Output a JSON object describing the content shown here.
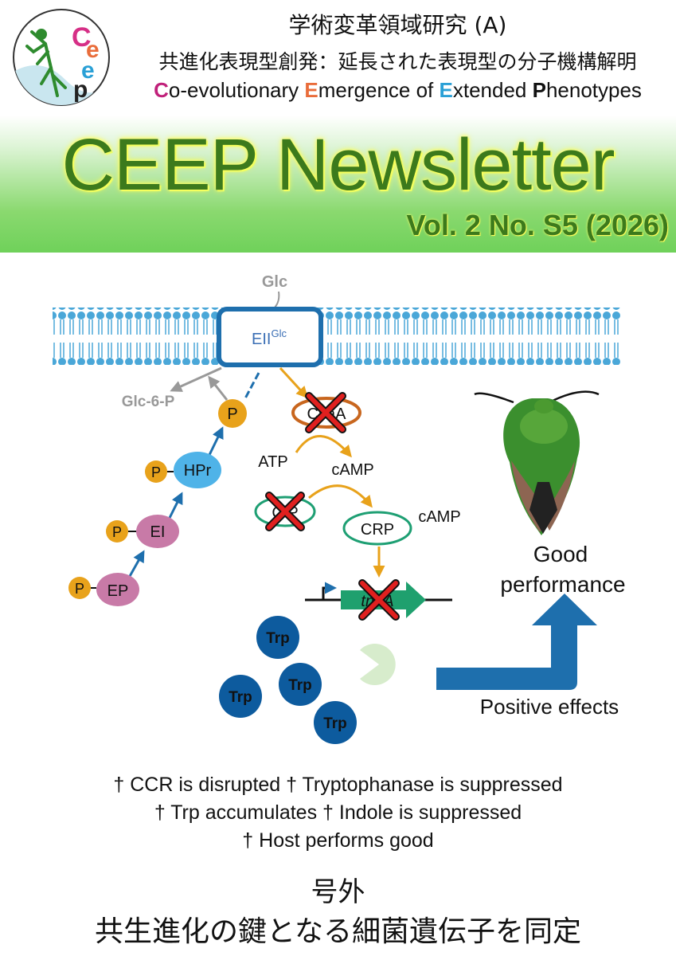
{
  "header": {
    "title_jp": "学術変革領域研究 (A)",
    "subtitle_jp": "共進化表現型創発：延長された表現型の分子機構解明",
    "subtitle_en_parts": [
      {
        "text": "C",
        "cls": "c1"
      },
      {
        "text": "o-evolutionary ",
        "cls": ""
      },
      {
        "text": "E",
        "cls": "c2"
      },
      {
        "text": "mergence of ",
        "cls": ""
      },
      {
        "text": "E",
        "cls": "c3"
      },
      {
        "text": "xtended ",
        "cls": ""
      },
      {
        "text": "P",
        "cls": "c4"
      },
      {
        "text": "henotypes",
        "cls": ""
      }
    ]
  },
  "logo": {
    "letters": [
      "C",
      "e",
      "e",
      "p"
    ]
  },
  "banner": {
    "title": "CEEP Newsletter",
    "volume": "Vol. 2 No. S5 (2026)"
  },
  "figure": {
    "glc": "Glc",
    "transporter": "EII",
    "transporter_sup": "Glc",
    "glc6p": "Glc-6-P",
    "p": "P",
    "hpr": "HPr",
    "ei": "EI",
    "ep": "EP",
    "cya": "CyaA",
    "atp": "ATP",
    "camp": "cAMP",
    "crp": "CRP",
    "camp2": "cAMP",
    "tna": "tnaA",
    "trp": "Trp",
    "good": "Good",
    "performance": "performance",
    "positive": "Positive effects"
  },
  "colors": {
    "membrane": "#4aa7d8",
    "transporter": "#1e6fad",
    "arrow_blue": "#1e6fad",
    "arrow_orange": "#e8a21b",
    "phosphate": "#e8a21b",
    "hpr": "#4fb3e8",
    "ei": "#c87aa7",
    "cya_ring": "#c8661e",
    "crp_ring": "#1e9f73",
    "trp": "#0d5b9e",
    "red_x": "#e0201f",
    "green_gene": "#1fa06e"
  },
  "bullets": [
    "† CCR is disrupted † Tryptophanase is suppressed",
    "† Trp accumulates † Indole is suppressed",
    "† Host performs good"
  ],
  "issue_label": "号外",
  "headline": "共生進化の鍵となる細菌遺伝子を同定"
}
